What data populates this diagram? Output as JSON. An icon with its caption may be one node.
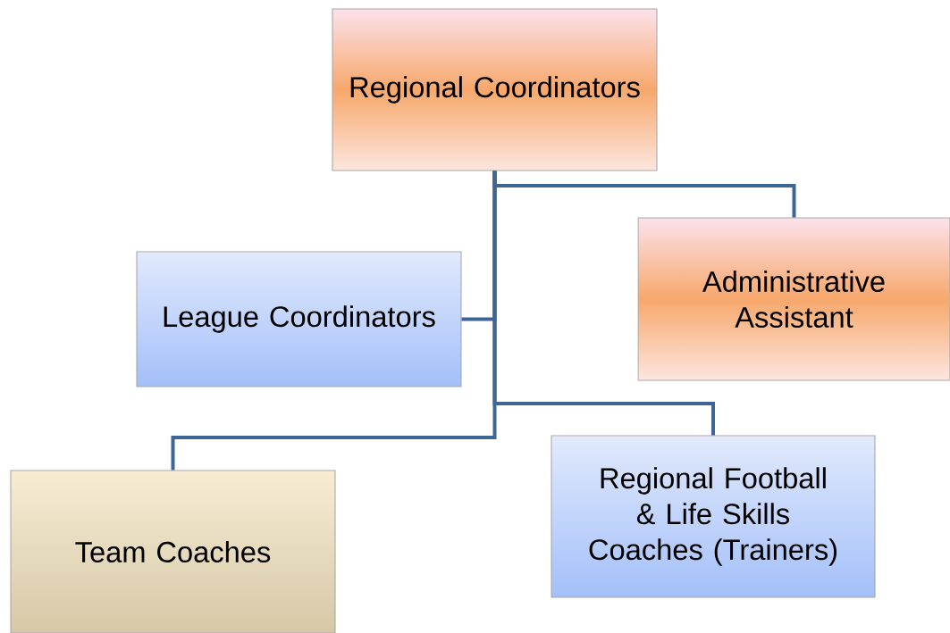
{
  "diagram": {
    "nodes": [
      {
        "text": [
          "Regional Coordinators"
        ]
      },
      {
        "text": [
          "Administrative Assistant"
        ]
      },
      {
        "text": [
          "League Coordinators"
        ]
      },
      {
        "text": [
          "Team Coaches"
        ]
      },
      {
        "text": [
          "Regional Football & Life Skills Coaches (Trainers)"
        ]
      }
    ],
    "edges": [
      {
        "from": 0,
        "to": 1,
        "arrow": "none"
      },
      {
        "from": 0,
        "to": 2,
        "arrow": "none"
      },
      {
        "from": 0,
        "to": 3,
        "arrow": "none"
      },
      {
        "from": 0,
        "to": 4,
        "arrow": "none"
      }
    ]
  }
}
